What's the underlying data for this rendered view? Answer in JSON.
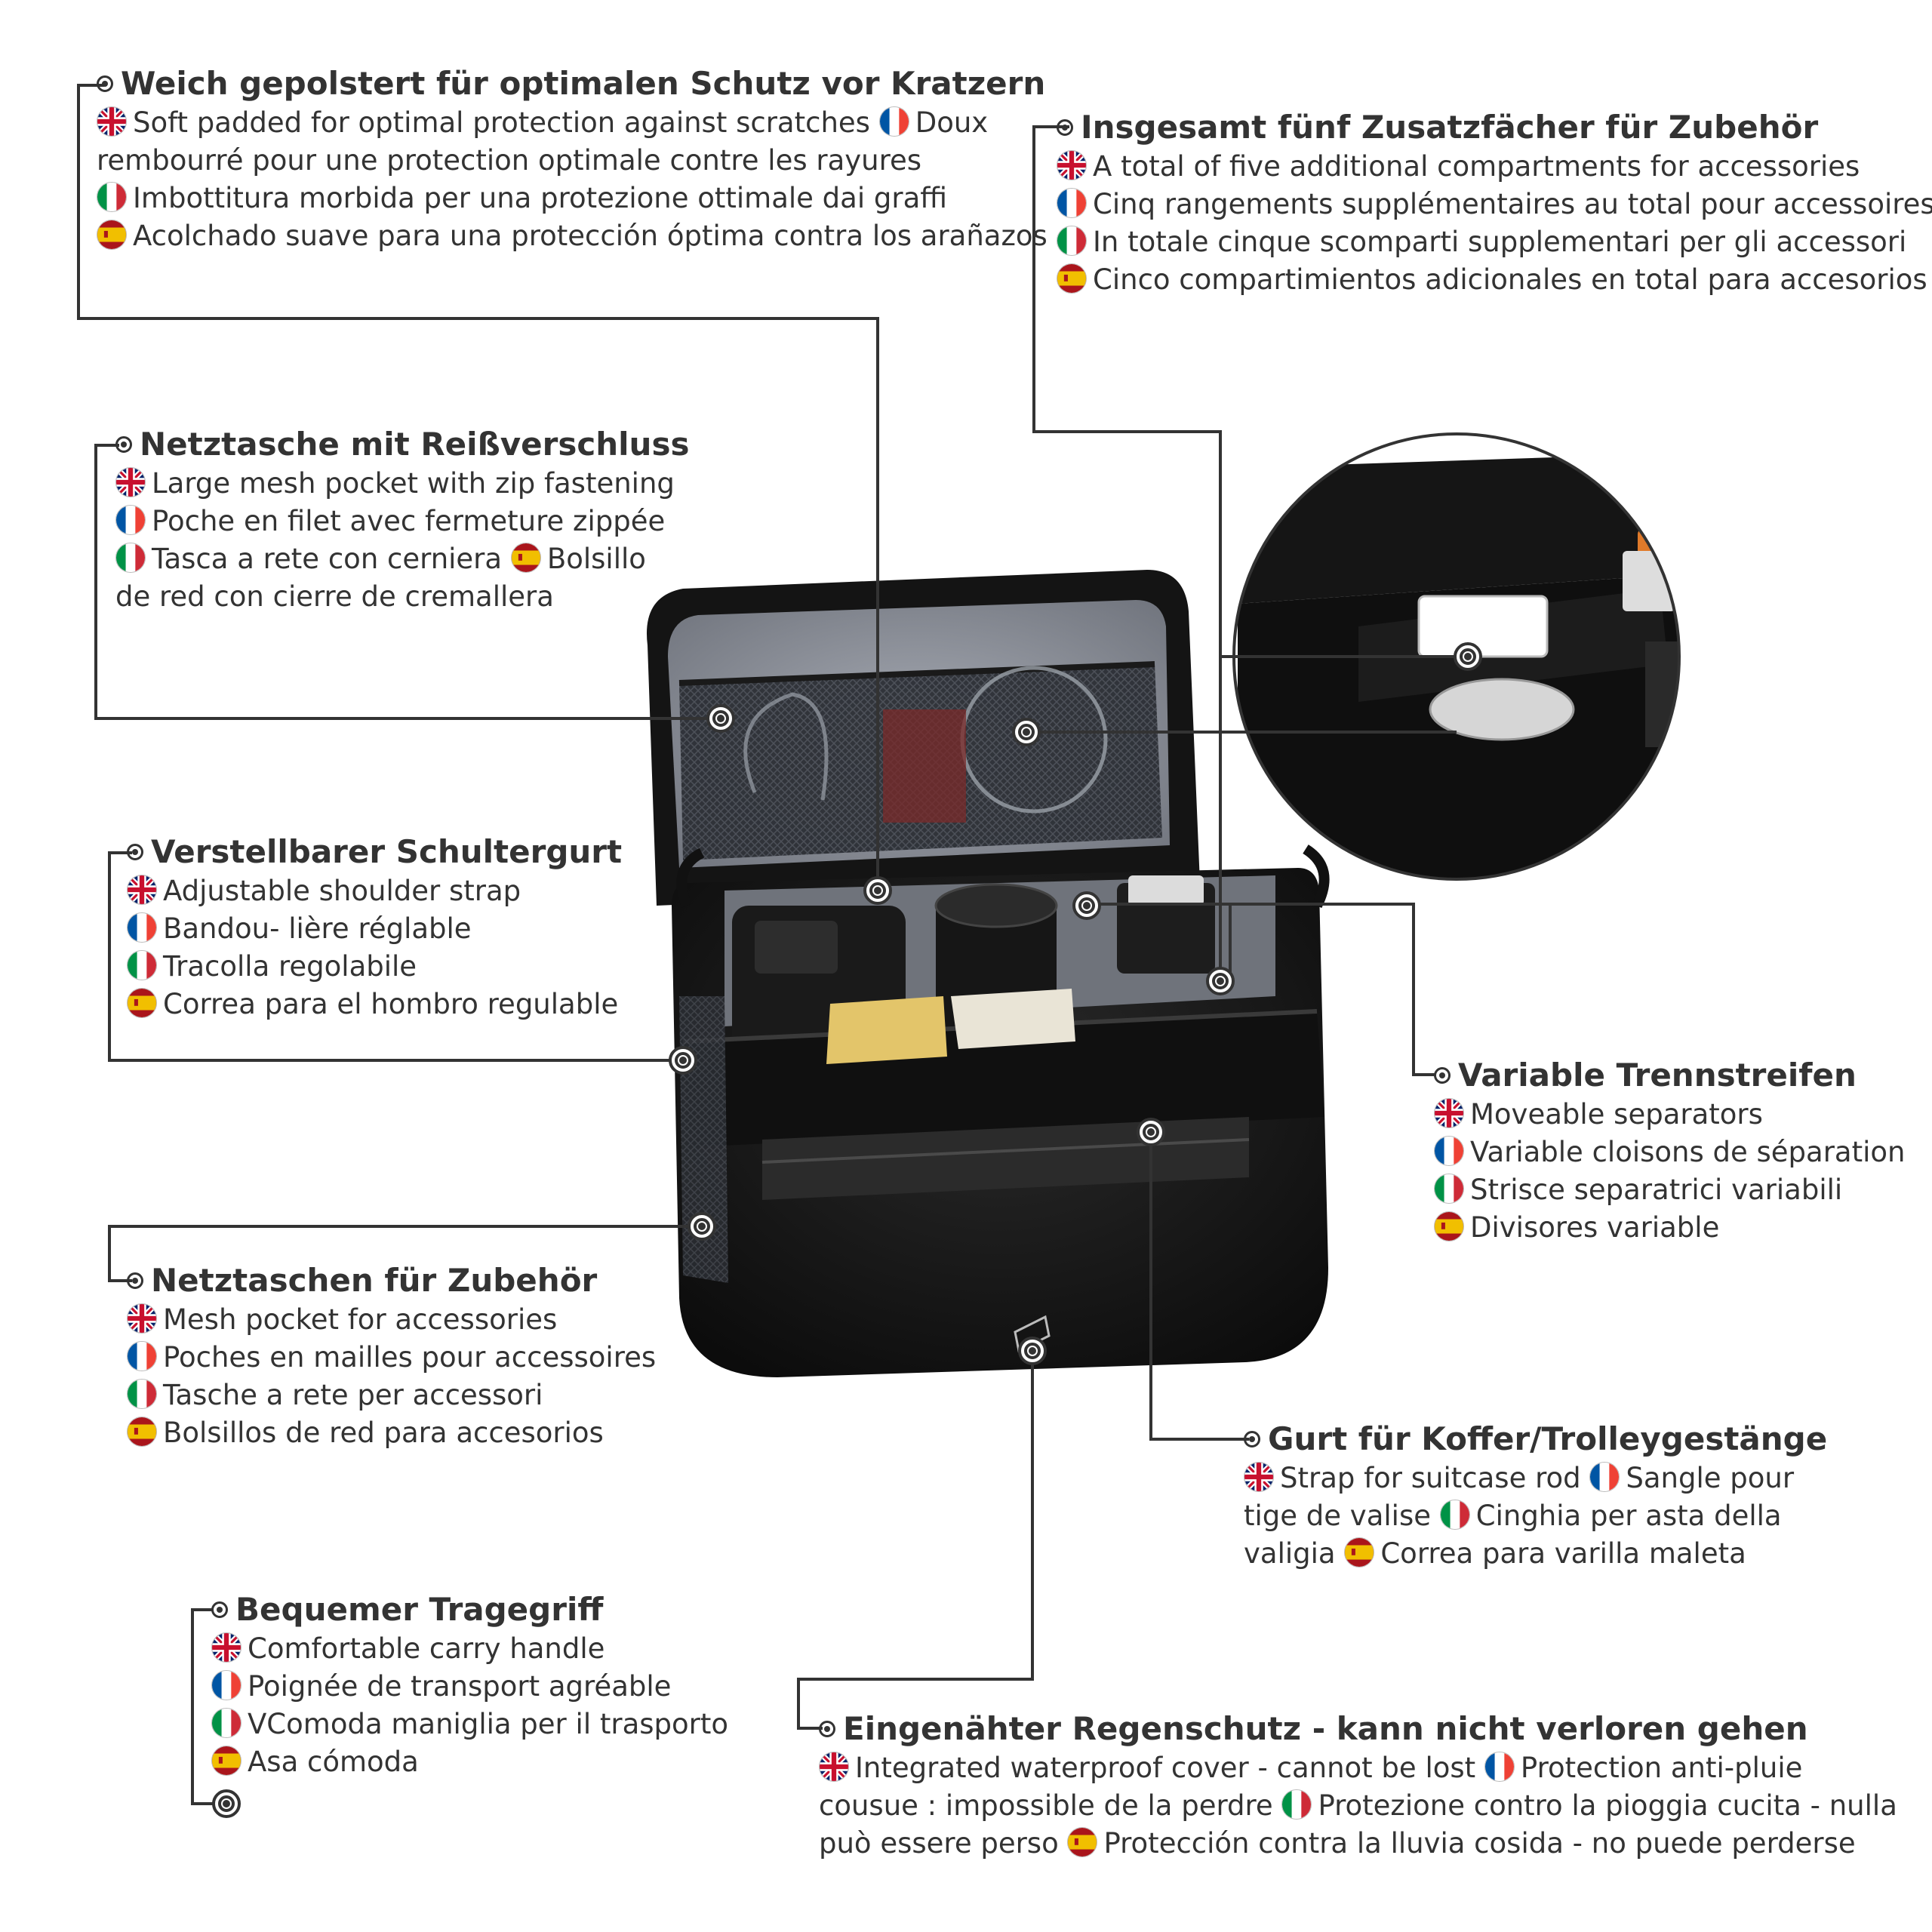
{
  "callouts": [
    {
      "id": "padding",
      "title": "Weich gepolstert für optimalen Schutz vor Kratzern",
      "lines": [
        [
          {
            "flag": "uk"
          },
          {
            "text": "Soft padded for optimal protection against scratches "
          },
          {
            "flag": "fr"
          },
          {
            "text": "Doux"
          }
        ],
        [
          {
            "text": "rembourré pour une protection optimale contre les rayures"
          }
        ],
        [
          {
            "flag": "it"
          },
          {
            "text": "Imbottitura morbida per una protezione ottimale dai graffi"
          }
        ],
        [
          {
            "flag": "es"
          },
          {
            "text": "Acolchado suave para una protección óptima contra los arañazos"
          }
        ]
      ]
    },
    {
      "id": "compartments",
      "title": "Insgesamt fünf Zusatzfächer für Zubehör",
      "lines": [
        [
          {
            "flag": "uk"
          },
          {
            "text": "A total of five additional compartments for accessories"
          }
        ],
        [
          {
            "flag": "fr"
          },
          {
            "text": "Cinq rangements supplémentaires au total pour accessoires"
          }
        ],
        [
          {
            "flag": "it"
          },
          {
            "text": "In totale cinque scomparti supplementari per gli accessori"
          }
        ],
        [
          {
            "flag": "es"
          },
          {
            "text": "Cinco compartimientos adicionales en total para accesorios"
          }
        ]
      ]
    },
    {
      "id": "mesh-zip",
      "title": "Netztasche mit Reißverschluss",
      "lines": [
        [
          {
            "flag": "uk"
          },
          {
            "text": "Large mesh pocket with zip fastening"
          }
        ],
        [
          {
            "flag": "fr"
          },
          {
            "text": "Poche en filet avec fermeture zippée"
          }
        ],
        [
          {
            "flag": "it"
          },
          {
            "text": "Tasca a rete con cerniera "
          },
          {
            "flag": "es"
          },
          {
            "text": "Bolsillo"
          }
        ],
        [
          {
            "text": "de red con cierre de cremallera"
          }
        ]
      ]
    },
    {
      "id": "strap",
      "title": "Verstellbarer Schultergurt",
      "lines": [
        [
          {
            "flag": "uk"
          },
          {
            "text": "Adjustable shoulder strap"
          }
        ],
        [
          {
            "flag": "fr"
          },
          {
            "text": "Bandou- lière réglable"
          }
        ],
        [
          {
            "flag": "it"
          },
          {
            "text": "Tracolla regolabile"
          }
        ],
        [
          {
            "flag": "es"
          },
          {
            "text": "Correa para el hombro regulable"
          }
        ]
      ]
    },
    {
      "id": "separators",
      "title": "Variable Trennstreifen",
      "lines": [
        [
          {
            "flag": "uk"
          },
          {
            "text": "Moveable separators"
          }
        ],
        [
          {
            "flag": "fr"
          },
          {
            "text": "Variable cloisons de séparation"
          }
        ],
        [
          {
            "flag": "it"
          },
          {
            "text": "Strisce separatrici variabili"
          }
        ],
        [
          {
            "flag": "es"
          },
          {
            "text": "Divisores variable"
          }
        ]
      ]
    },
    {
      "id": "mesh-accessories",
      "title": "Netztaschen für Zubehör",
      "lines": [
        [
          {
            "flag": "uk"
          },
          {
            "text": "Mesh pocket for accessories"
          }
        ],
        [
          {
            "flag": "fr"
          },
          {
            "text": "Poches en mailles pour accessoires"
          }
        ],
        [
          {
            "flag": "it"
          },
          {
            "text": "Tasche a rete per accessori"
          }
        ],
        [
          {
            "flag": "es"
          },
          {
            "text": "Bolsillos de red para accesorios"
          }
        ]
      ]
    },
    {
      "id": "trolley",
      "title": "Gurt für Koffer/Trolleygestänge",
      "lines": [
        [
          {
            "flag": "uk"
          },
          {
            "text": "Strap for suitcase rod "
          },
          {
            "flag": "fr"
          },
          {
            "text": "Sangle pour"
          }
        ],
        [
          {
            "text": "tige de valise "
          },
          {
            "flag": "it"
          },
          {
            "text": "Cinghia per asta della"
          }
        ],
        [
          {
            "text": "valigia "
          },
          {
            "flag": "es"
          },
          {
            "text": "Correa para varilla maleta"
          }
        ]
      ]
    },
    {
      "id": "handle",
      "title": "Bequemer Tragegriff",
      "lines": [
        [
          {
            "flag": "uk"
          },
          {
            "text": "Comfortable carry handle"
          }
        ],
        [
          {
            "flag": "fr"
          },
          {
            "text": "Poignée de transport agréable"
          }
        ],
        [
          {
            "flag": "it"
          },
          {
            "text": "VComoda maniglia per il trasporto"
          }
        ],
        [
          {
            "flag": "es"
          },
          {
            "text": "Asa cómoda"
          }
        ]
      ]
    },
    {
      "id": "raincover",
      "title": "Eingenähter Regenschutz - kann nicht verloren gehen",
      "lines": [
        [
          {
            "flag": "uk"
          },
          {
            "text": "Integrated waterproof cover - cannot be lost "
          },
          {
            "flag": "fr"
          },
          {
            "text": "Protection anti-pluie"
          }
        ],
        [
          {
            "text": "cousue : impossible de la perdre "
          },
          {
            "flag": "it"
          },
          {
            "text": "Protezione contro la pioggia cucita - nulla"
          }
        ],
        [
          {
            "text": "può essere perso "
          },
          {
            "flag": "es"
          },
          {
            "text": "Protección contra la lluvia cosida - no puede perderse"
          }
        ]
      ]
    }
  ],
  "colors": {
    "text": "#333333",
    "line": "#333333",
    "bag": "#151515",
    "lining": "#8c9099"
  },
  "icons": [
    "uk-flag-icon",
    "france-flag-icon",
    "italy-flag-icon",
    "spain-flag-icon",
    "target-marker-icon"
  ]
}
